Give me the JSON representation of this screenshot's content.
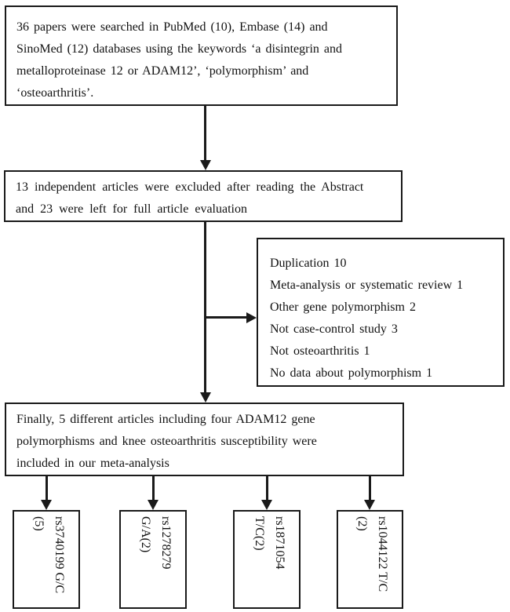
{
  "colors": {
    "line": "#1a1a1a",
    "background": "#ffffff",
    "text": "#111111"
  },
  "search_box": {
    "lines": [
      "36 papers were searched in PubMed (10), Embase (14) and",
      "SinoMed (12) databases using the keywords ‘a disintegrin and",
      "metalloproteinase 12 or ADAM12’, ‘polymorphism’ and",
      "‘osteoarthritis’."
    ]
  },
  "screening_box": {
    "lines": [
      "13 independent articles were excluded after reading the Abstract",
      "and 23 were left for full article evaluation"
    ]
  },
  "exclusion_box": {
    "items": [
      "Duplication 10",
      "Meta-analysis or systematic review 1",
      "Other gene polymorphism 2",
      "Not case-control study 3",
      "Not osteoarthritis 1",
      "No data about polymorphism 1"
    ]
  },
  "final_box": {
    "lines": [
      "Finally, 5 different articles including four ADAM12 gene",
      "polymorphisms and knee osteoarthritis susceptibility were",
      "included in our meta-analysis"
    ]
  },
  "snp_boxes": [
    {
      "line1": "rs3740199 G/C",
      "line2": "(5)"
    },
    {
      "line1": "rs1278279",
      "line2": "G/A(2)"
    },
    {
      "line1": "rs1871054",
      "line2": "T/C(2)"
    },
    {
      "line1": "rs1044122 T/C",
      "line2": "(2)"
    }
  ]
}
